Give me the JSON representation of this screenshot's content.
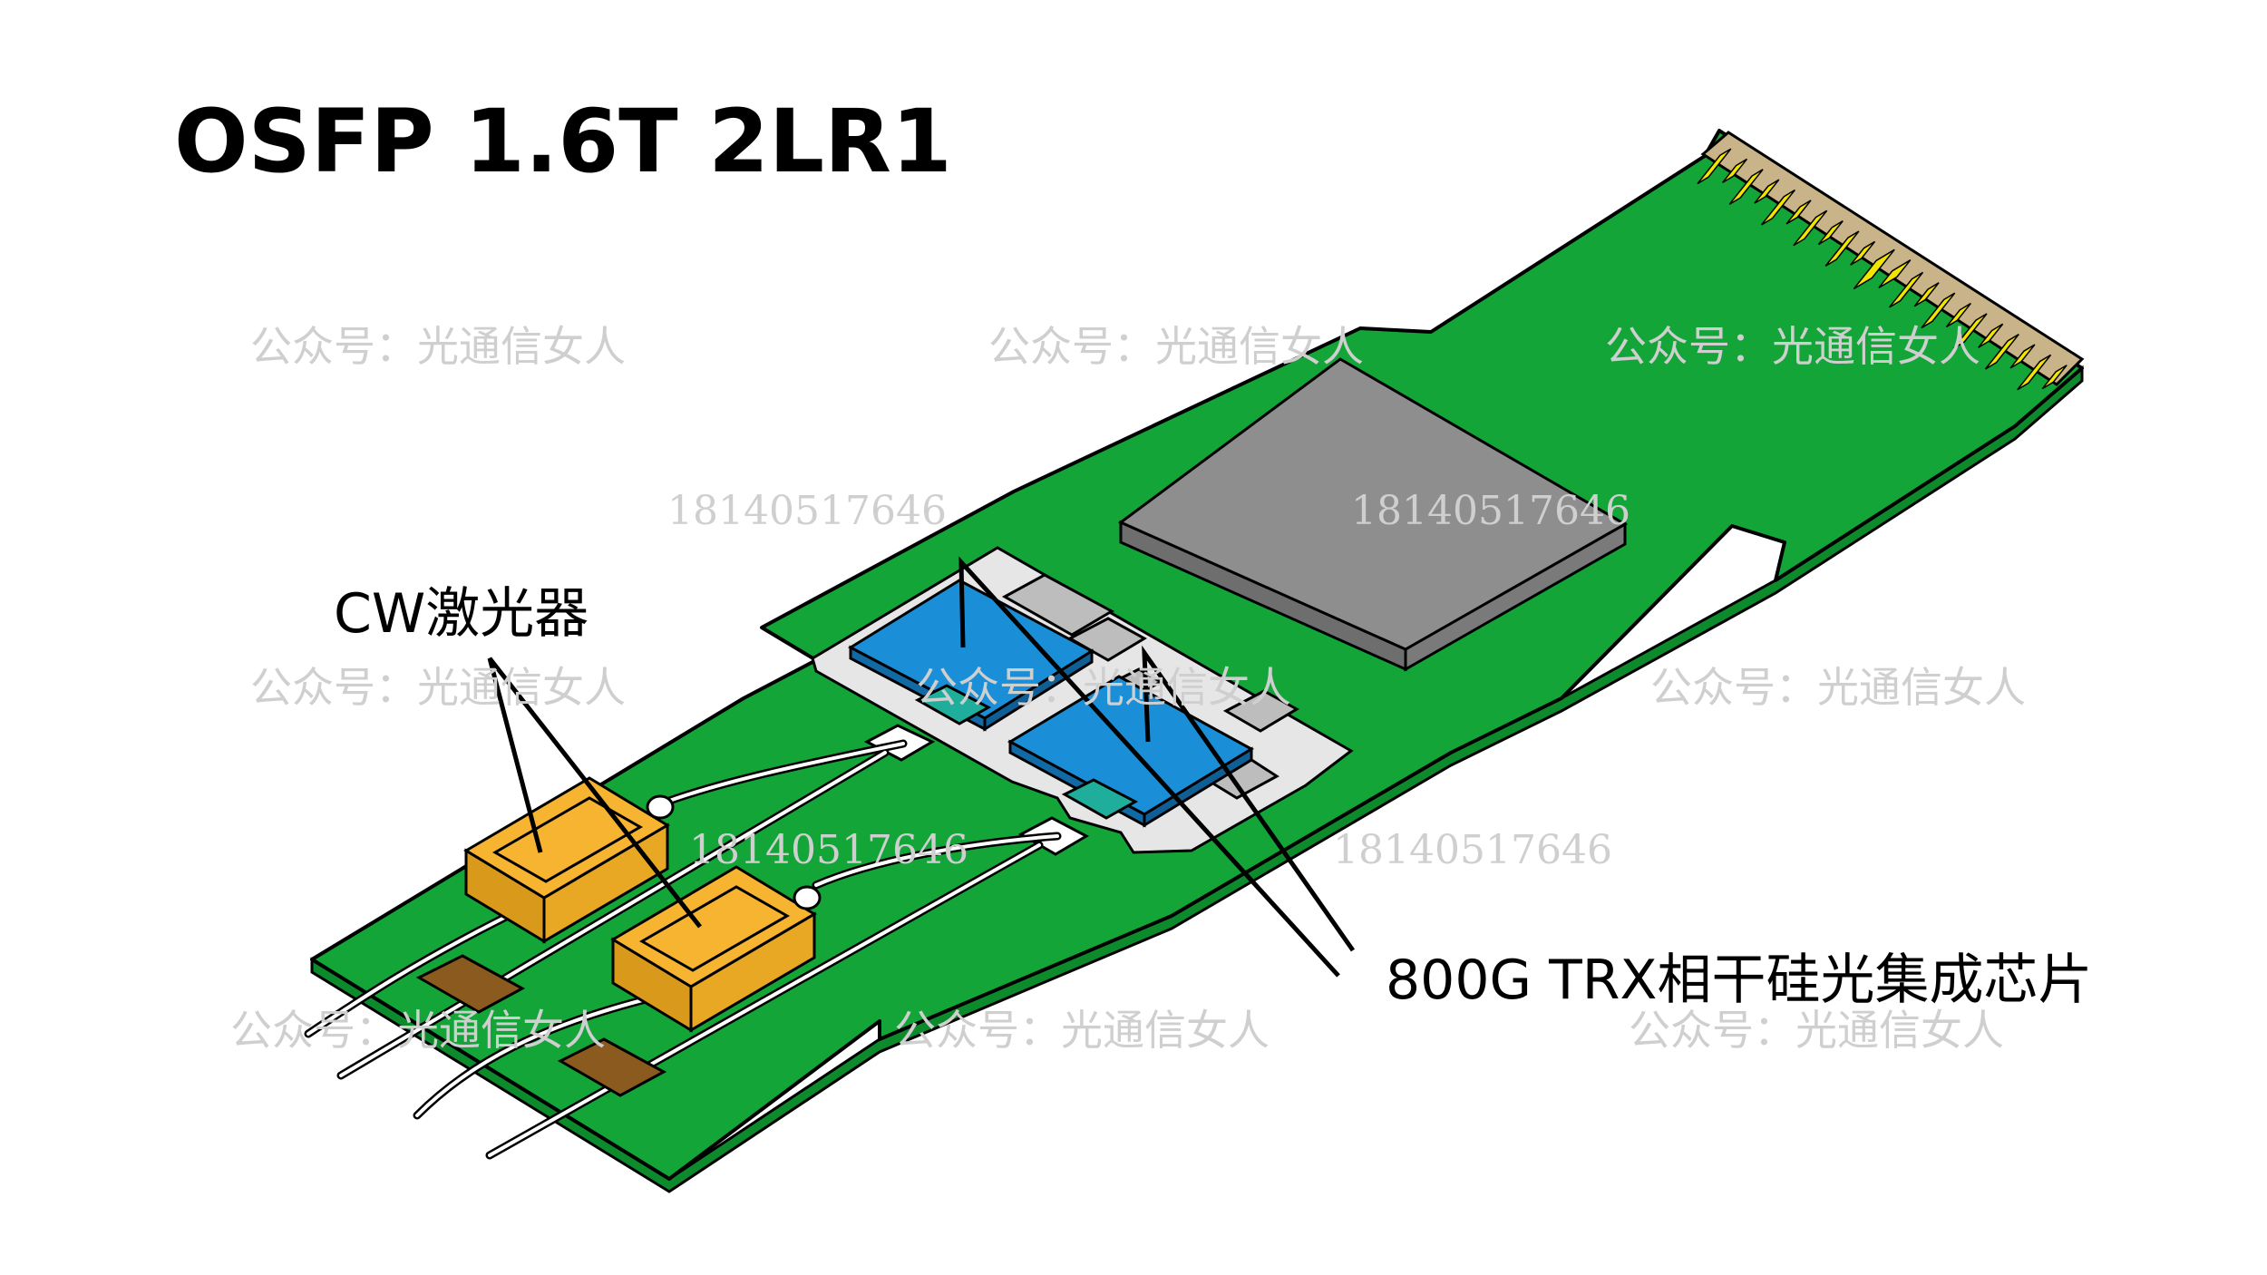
{
  "title": "OSFP 1.6T 2LR1",
  "labels": {
    "cw_laser": "CW激光器",
    "trx_chip": "800G TRX相干硅光集成芯片"
  },
  "watermark": {
    "account": "公众号：光通信女人",
    "phone": "18140517646"
  },
  "colors": {
    "pcb_green": "#13a538",
    "pcb_green_dark": "#0d8a2c",
    "gold_finger": "#f2e600",
    "finger_base": "#c9b48a",
    "dsp_chip": "#8e8e8e",
    "photonic_chip": "#1a8fd8",
    "laser_gold": "#f6b430",
    "flex_brown": "#8a5a1f",
    "substrate_gray": "#e6e6e6"
  }
}
